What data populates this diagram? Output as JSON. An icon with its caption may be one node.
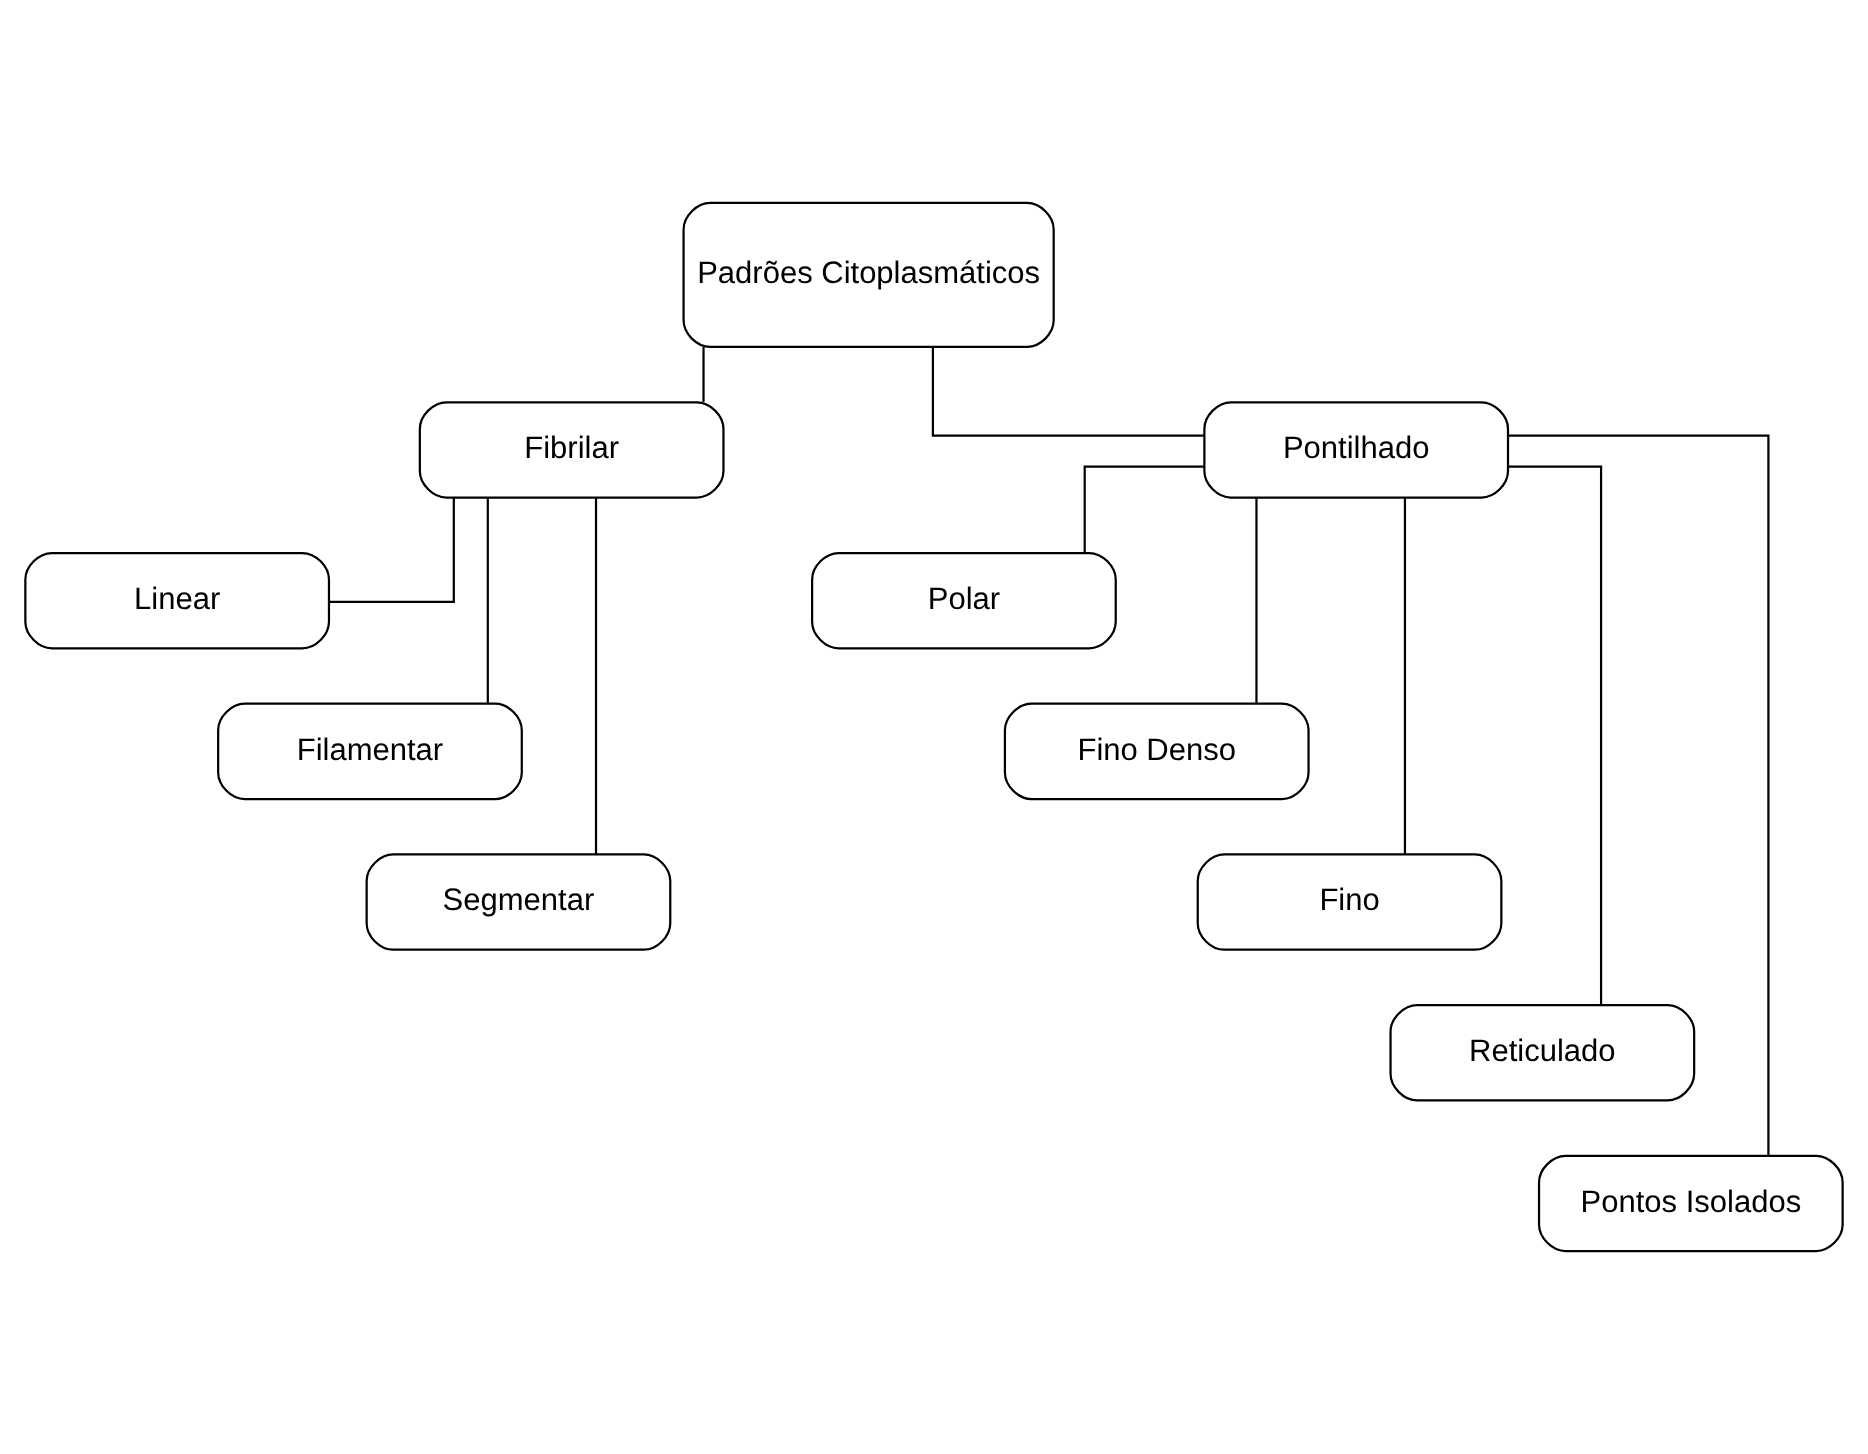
{
  "diagram": {
    "nodes": [
      {
        "text": [
          "Padrões Citoplasmáticos"
        ]
      },
      {
        "text": [
          "Fibrilar"
        ]
      },
      {
        "text": [
          "Linear"
        ]
      },
      {
        "text": [
          "Filamentar"
        ]
      },
      {
        "text": [
          "Segmentar"
        ]
      },
      {
        "text": [
          "Pontilhado"
        ]
      },
      {
        "text": [
          "Polar"
        ]
      },
      {
        "text": [
          "Fino Denso"
        ]
      },
      {
        "text": [
          "Fino"
        ]
      },
      {
        "text": [
          "Reticulado"
        ]
      },
      {
        "text": [
          "Pontos Isolados"
        ]
      }
    ],
    "edges": [
      {
        "from": 0,
        "to": 1,
        "arrow": "none"
      },
      {
        "from": 0,
        "to": 5,
        "arrow": "none"
      },
      {
        "from": 1,
        "to": 2,
        "arrow": "none"
      },
      {
        "from": 1,
        "to": 3,
        "arrow": "none"
      },
      {
        "from": 1,
        "to": 4,
        "arrow": "none"
      },
      {
        "from": 5,
        "to": 6,
        "arrow": "none"
      },
      {
        "from": 5,
        "to": 7,
        "arrow": "none"
      },
      {
        "from": 5,
        "to": 8,
        "arrow": "none"
      },
      {
        "from": 5,
        "to": 9,
        "arrow": "none"
      },
      {
        "from": 5,
        "to": 10,
        "arrow": "none"
      }
    ]
  }
}
